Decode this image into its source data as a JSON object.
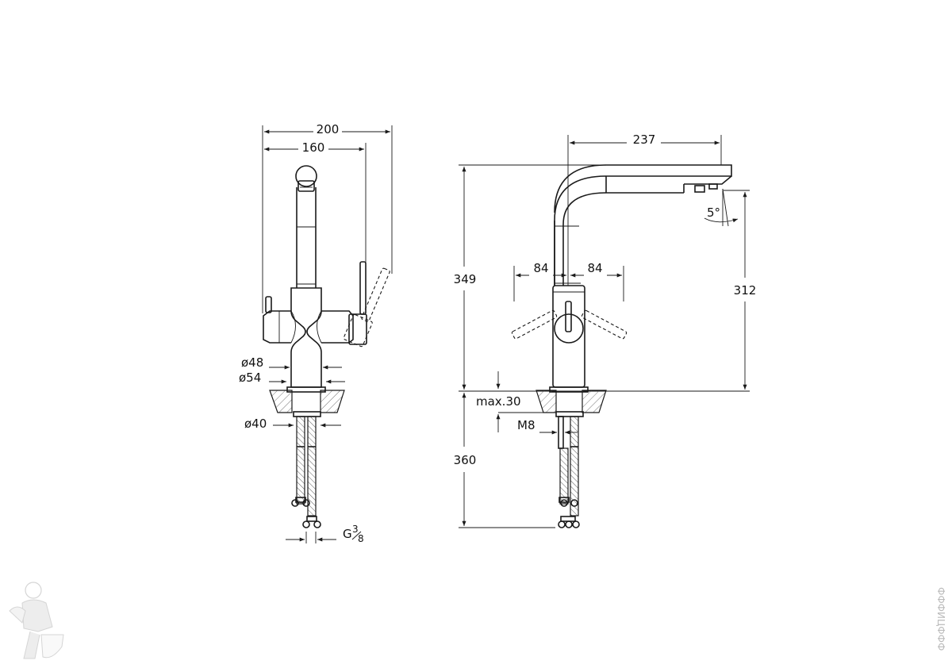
{
  "front_view": {
    "dims": {
      "width_total": "200",
      "width_inner": "160",
      "dia_48": "ø48",
      "dia_54": "ø54",
      "dia_40": "ø40",
      "thread_base": "G",
      "thread_num": "3",
      "thread_den": "8"
    }
  },
  "side_view": {
    "dims": {
      "reach": "237",
      "height_total": "349",
      "height_spout": "312",
      "handle_left": "84",
      "handle_right": "84",
      "angle": "5°",
      "deck_max": "max.30",
      "bolt": "M8",
      "hose_length": "360"
    }
  },
  "watermark": {
    "text": "ФФФИЦФФФ",
    "icon": "plumber-mascot-icon"
  }
}
